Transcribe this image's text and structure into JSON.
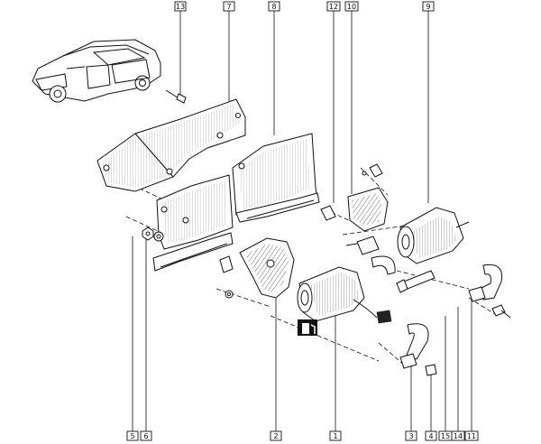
{
  "callouts": {
    "c13": "13",
    "c7": "7",
    "c8": "8",
    "c12": "12",
    "c10": "10",
    "c9": "9",
    "c5": "5",
    "c6": "6",
    "c2": "2",
    "c1": "1",
    "c3": "3",
    "c4": "4",
    "c15": "15",
    "c14": "14",
    "c11": "11"
  },
  "icons": {
    "fuel_pump_symbol": "fuel-pump-icon",
    "vehicle": "car-icon"
  }
}
